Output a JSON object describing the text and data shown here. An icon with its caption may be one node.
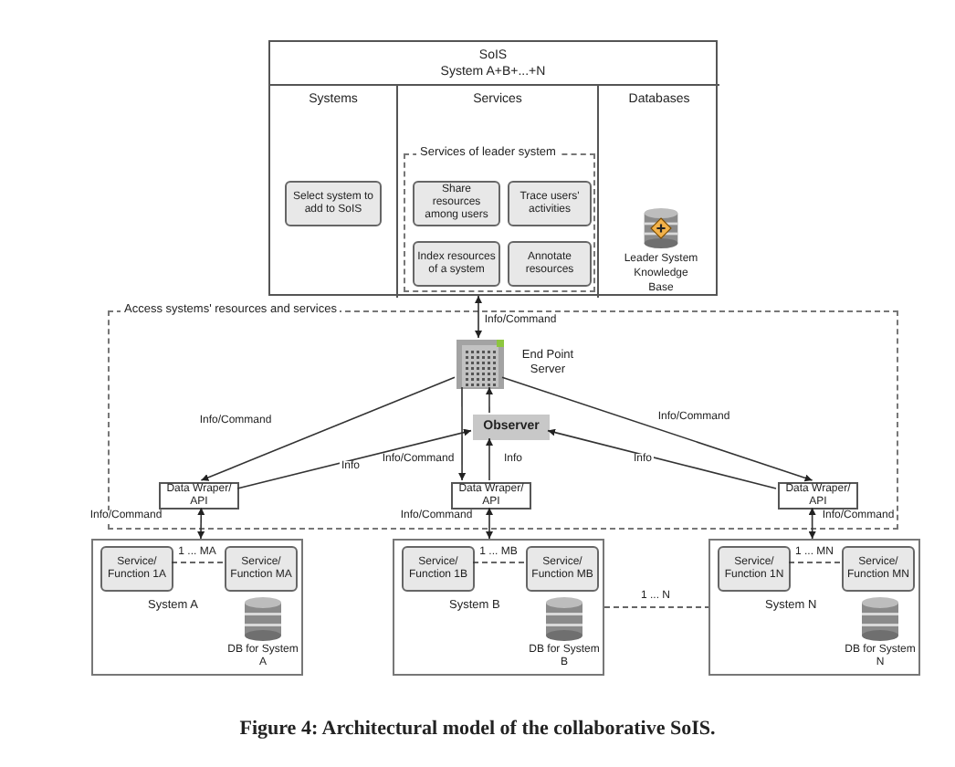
{
  "diagram": {
    "caption": "Figure 4: Architectural model of the collaborative SoIS.",
    "nodes": [
      {
        "text": [
          "SoIS",
          "System A+B+...+N"
        ]
      },
      {
        "text": [
          "Systems"
        ],
        "in": 0
      },
      {
        "text": [
          "Services"
        ],
        "in": 0
      },
      {
        "text": [
          "Databases"
        ],
        "in": 0
      },
      {
        "text": [
          "Select system to add to SoIS"
        ],
        "in": 1
      },
      {
        "text": [
          "Services of leader system"
        ],
        "in": 2
      },
      {
        "text": [
          "Share resources among users"
        ],
        "in": 5
      },
      {
        "text": [
          "Trace users' activities"
        ],
        "in": 5
      },
      {
        "text": [
          "Index resources of a system"
        ],
        "in": 5
      },
      {
        "text": [
          "Annotate resources"
        ],
        "in": 5
      },
      {
        "text": [
          "Leader System Knowledge Base"
        ],
        "in": 3
      },
      {
        "text": [
          "Access systems' resources and services"
        ]
      },
      {
        "text": [
          "End Point Server"
        ],
        "in": 11
      },
      {
        "text": [
          "Observer"
        ],
        "in": 11
      },
      {
        "text": [
          "Data Wraper/ API"
        ],
        "in": 11
      },
      {
        "text": [
          "Data Wraper/ API"
        ],
        "in": 11
      },
      {
        "text": [
          "Data Wraper/ API"
        ],
        "in": 11
      },
      {
        "text": [
          "System A"
        ]
      },
      {
        "text": [
          "Service/ Function 1A"
        ],
        "in": 17
      },
      {
        "text": [
          "Service/ Function MA"
        ],
        "in": 17
      },
      {
        "text": [
          "DB for System A"
        ],
        "in": 17
      },
      {
        "text": [
          "System B"
        ]
      },
      {
        "text": [
          "Service/ Function 1B"
        ],
        "in": 21
      },
      {
        "text": [
          "Service/ Function MB"
        ],
        "in": 21
      },
      {
        "text": [
          "DB for System B"
        ],
        "in": 21
      },
      {
        "text": [
          "System N"
        ]
      },
      {
        "text": [
          "Service/ Function 1N"
        ],
        "in": 25
      },
      {
        "text": [
          "Service/ Function MN"
        ],
        "in": 25
      },
      {
        "text": [
          "DB for System N"
        ],
        "in": 25
      }
    ],
    "edges": [
      {
        "from": 0,
        "to": 12,
        "arrow": "both",
        "label": "Info/Command"
      },
      {
        "from": 12,
        "to": 14,
        "arrow": "to",
        "label": "Info/Command"
      },
      {
        "from": 12,
        "to": 15,
        "arrow": "to",
        "label": "Info/Command"
      },
      {
        "from": 12,
        "to": 16,
        "arrow": "to",
        "label": "Info/Command"
      },
      {
        "from": 14,
        "to": 13,
        "arrow": "to",
        "label": "Info"
      },
      {
        "from": 15,
        "to": 13,
        "arrow": "to",
        "label": "Info"
      },
      {
        "from": 16,
        "to": 13,
        "arrow": "to",
        "label": "Info"
      },
      {
        "from": 13,
        "to": 12,
        "arrow": "to"
      },
      {
        "from": 14,
        "to": 17,
        "arrow": "both",
        "label": "Info/Command"
      },
      {
        "from": 15,
        "to": 21,
        "arrow": "both",
        "label": "Info/Command"
      },
      {
        "from": 16,
        "to": 25,
        "arrow": "both",
        "label": "Info/Command"
      },
      {
        "from": 18,
        "to": 19,
        "arrow": "none",
        "label": "1 ... MA",
        "style": "dashed"
      },
      {
        "from": 22,
        "to": 23,
        "arrow": "none",
        "label": "1 ... MB",
        "style": "dashed"
      },
      {
        "from": 26,
        "to": 27,
        "arrow": "none",
        "label": "1 ... MN",
        "style": "dashed"
      },
      {
        "from": 21,
        "to": 25,
        "arrow": "none",
        "label": "1 ... N",
        "style": "dashed"
      }
    ]
  }
}
